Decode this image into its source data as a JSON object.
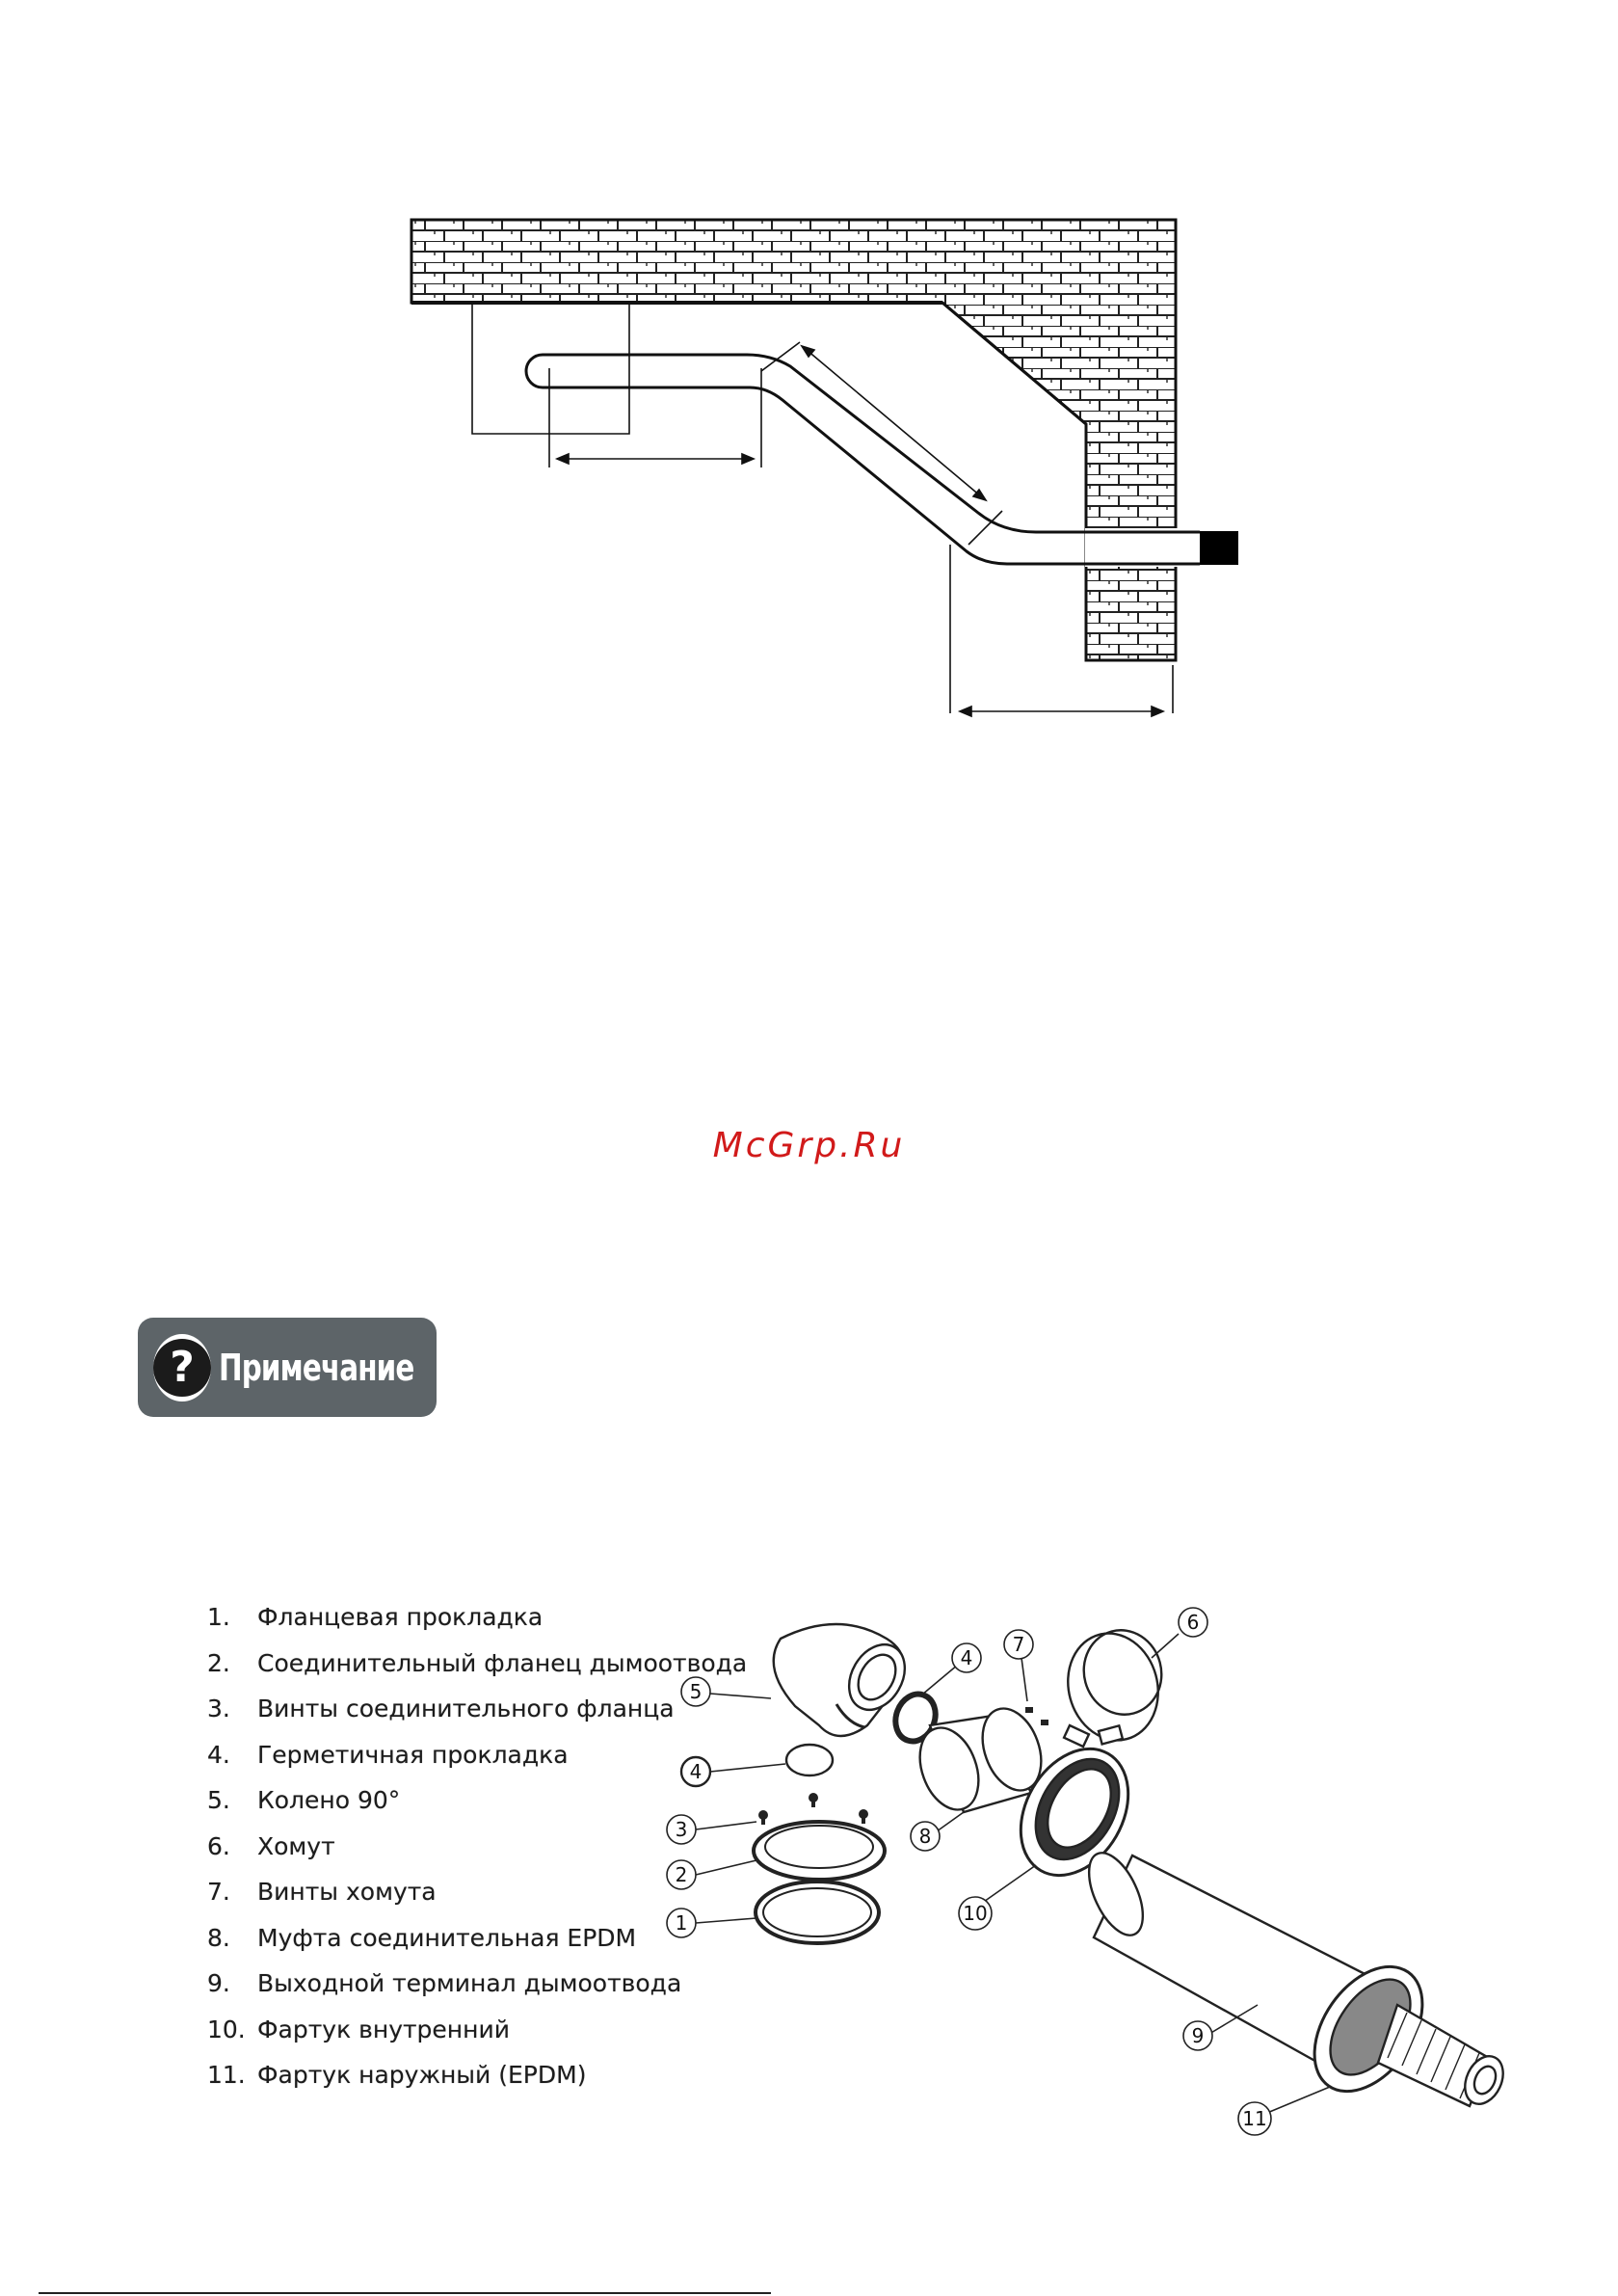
{
  "watermark": "McGrp.Ru",
  "note_badge": {
    "icon": "question-mark-icon",
    "label": "Примечание"
  },
  "parts_list": [
    {
      "num": "1.",
      "label": "Фланцевая прокладка"
    },
    {
      "num": "2.",
      "label": "Соединительный фланец дымоотвода"
    },
    {
      "num": "3.",
      "label": "Винты соединительного фланца"
    },
    {
      "num": "4.",
      "label": "Герметичная прокладка"
    },
    {
      "num": "5.",
      "label": "Колено 90°"
    },
    {
      "num": "6.",
      "label": "Хомут"
    },
    {
      "num": "7.",
      "label": "Винты хомута"
    },
    {
      "num": "8.",
      "label": "Муфта соединительная EPDM"
    },
    {
      "num": "9.",
      "label": "Выходной терминал дымоотвода"
    },
    {
      "num": "10.",
      "label": "Фартук внутренний"
    },
    {
      "num": "11.",
      "label": "Фартук наружный (EPDM)"
    }
  ],
  "callouts": {
    "c1": "1",
    "c2": "2",
    "c3": "3",
    "c4a": "4",
    "c4b": "4",
    "c5": "5",
    "c6": "6",
    "c7": "7",
    "c8": "8",
    "c9": "9",
    "c10": "10",
    "c11": "11"
  }
}
